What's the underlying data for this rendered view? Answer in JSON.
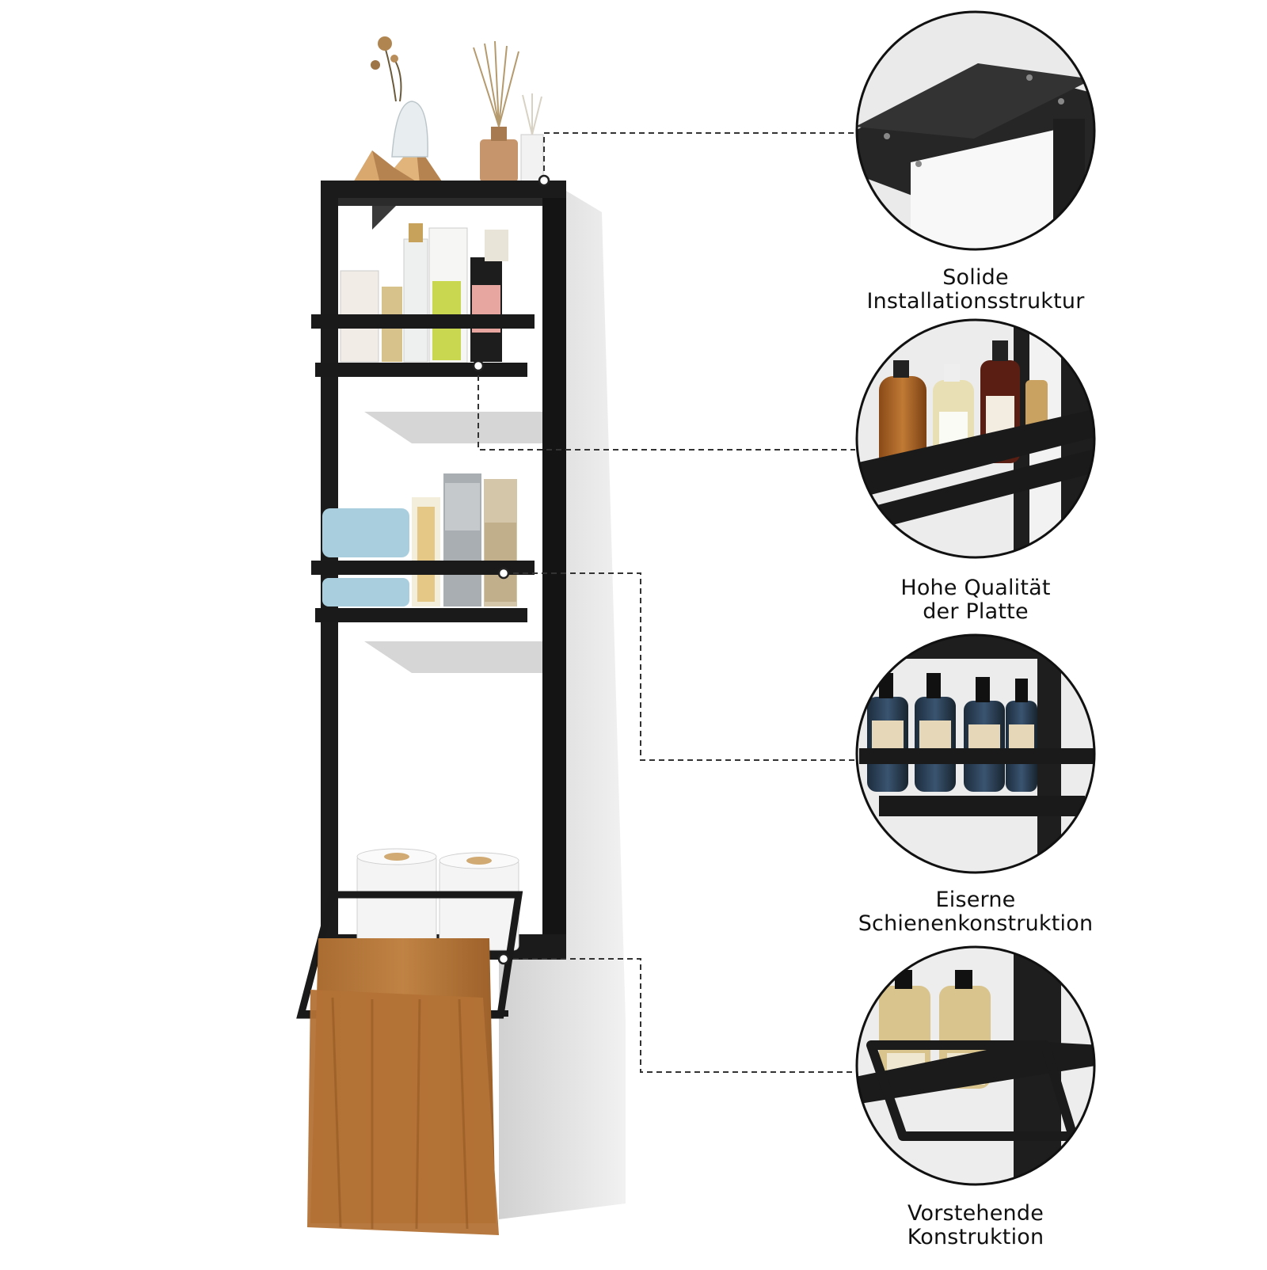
{
  "colors": {
    "background": "#ffffff",
    "frame": "#1b1b1b",
    "towel": "#b7773a",
    "wall_shadow": "#d4d4d4"
  },
  "features": [
    {
      "line1": "Solide",
      "line2": "Installationsstruktur",
      "detail": "top-board-closeup"
    },
    {
      "line1": "Hohe Qualität",
      "line2": "der Platte",
      "detail": "shelf-with-bottles-closeup"
    },
    {
      "line1": "Eiserne",
      "line2": "Schienenkonstruktion",
      "detail": "rail-with-dispensers-closeup"
    },
    {
      "line1": "Vorstehende",
      "line2": "Konstruktion",
      "detail": "projecting-towel-bar-closeup"
    }
  ]
}
